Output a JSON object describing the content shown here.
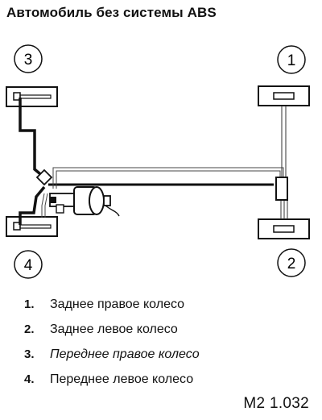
{
  "title": "Автомобиль без системы ABS",
  "wheels": [
    {
      "number": "1"
    },
    {
      "number": "2"
    },
    {
      "number": "3"
    },
    {
      "number": "4"
    }
  ],
  "legend": [
    {
      "number": "1.",
      "text": "Заднее правое колесо"
    },
    {
      "number": "2.",
      "text": "Заднее левое колесо"
    },
    {
      "number": "3.",
      "text": "Переднее правое колесо"
    },
    {
      "number": "4.",
      "text": "Переднее левое колесо"
    }
  ],
  "figure_code": "M2 1.032"
}
